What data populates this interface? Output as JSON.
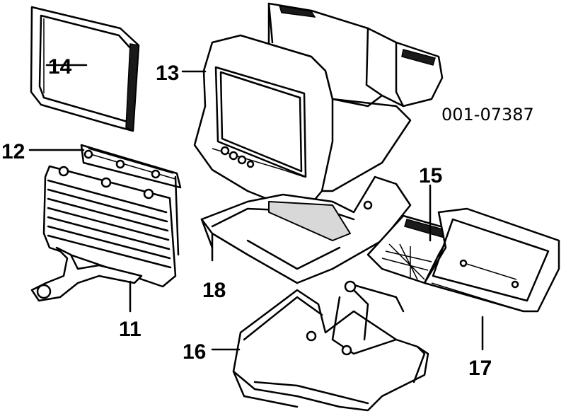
{
  "diagram": {
    "part_number": "001-07387",
    "callouts": [
      {
        "id": "c14",
        "label": "14"
      },
      {
        "id": "c13",
        "label": "13"
      },
      {
        "id": "c12",
        "label": "12"
      },
      {
        "id": "c15",
        "label": "15"
      },
      {
        "id": "c18",
        "label": "18"
      },
      {
        "id": "c11",
        "label": "11"
      },
      {
        "id": "c16",
        "label": "16"
      },
      {
        "id": "c17",
        "label": "17"
      }
    ]
  }
}
